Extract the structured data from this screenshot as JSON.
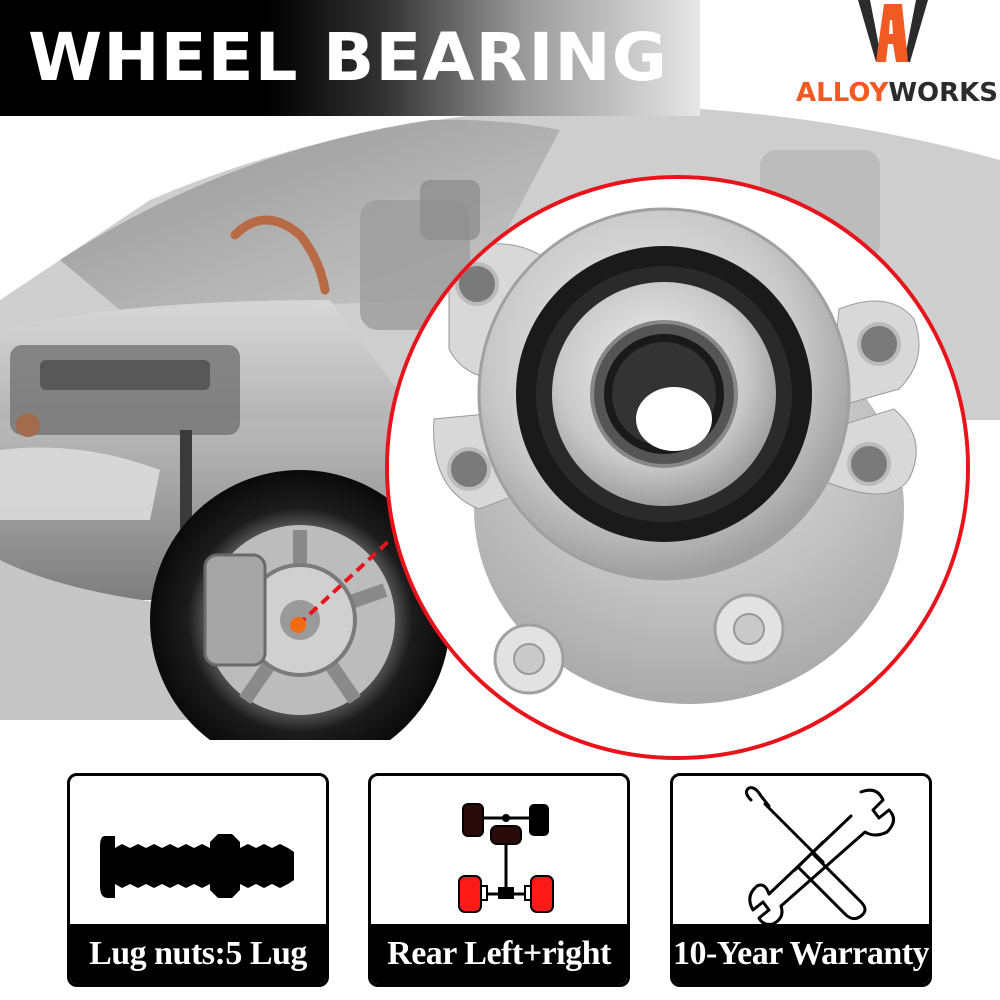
{
  "banner": {
    "title": "WHEEL BEARING"
  },
  "brand": {
    "logo_icon": "alloyworks-wa-monogram",
    "name_part1": "ALLOY",
    "name_part2": "WORKS",
    "colors": {
      "orange": "#f15a22",
      "dark": "#2b2b2b"
    }
  },
  "hero": {
    "background_image": "transparent-car-cutaway",
    "callout_color": "#e8141b",
    "callout_dot_color": "#f26a12",
    "product_image": "wheel-hub-bearing-assembly"
  },
  "features": [
    {
      "icon": "lug-bolt-icon",
      "label": "Lug nuts:5 Lug"
    },
    {
      "icon": "drivetrain-rear-wheels-icon",
      "label": "Rear Left+right"
    },
    {
      "icon": "wrench-screwdriver-icon",
      "label": "10-Year Warranty"
    }
  ],
  "colors": {
    "accent_red": "#e8141b",
    "wheel_highlight_red": "#ff1a1a",
    "card_border": "#000000",
    "label_bar": "#000000"
  }
}
